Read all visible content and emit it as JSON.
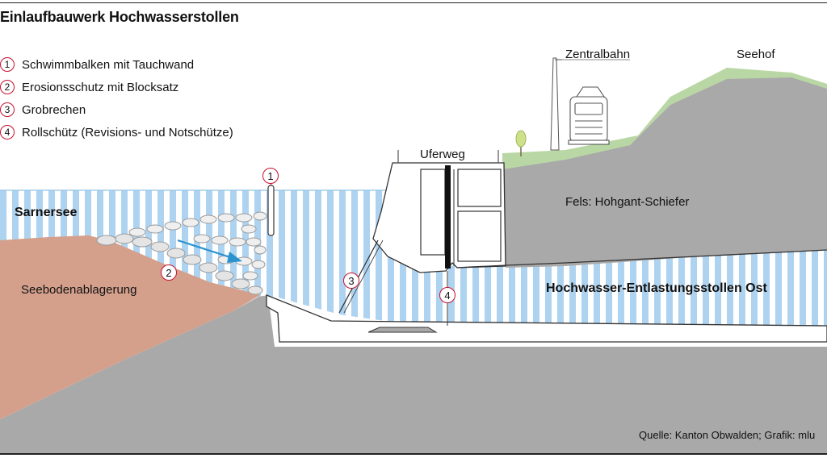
{
  "title": "Einlaufbauwerk Hochwasserstollen",
  "legend": [
    {
      "number": "1",
      "text": "Schwimmbalken mit Tauchwand"
    },
    {
      "number": "2",
      "text": "Erosionsschutz mit Blocksatz"
    },
    {
      "number": "3",
      "text": "Grobrechen"
    },
    {
      "number": "4",
      "text": "Rollschütz (Revisions- und Notschütze)"
    }
  ],
  "labels": {
    "zentralbahn": "Zentralbahn",
    "seehof": "Seehof",
    "uferweg": "Uferweg",
    "sarnersee": "Sarnersee",
    "fels": "Fels: Hohgant-Schiefer",
    "seeboden": "Seebodenablagerung",
    "stollen": "Hochwasser-Entlastungsstollen Ost"
  },
  "callouts": [
    "1",
    "2",
    "3",
    "4"
  ],
  "source": "Quelle: Kanton Obwalden; Grafik: mlu",
  "colors": {
    "water_stripe": "#aed3f0",
    "rock": "#a9a9a9",
    "sediment": "#d4a08c",
    "grass": "#b9d7a4",
    "marker": "#c8102e",
    "flow_arrow": "#2a93cf",
    "concrete": "#ffffff"
  },
  "icons": [
    "train-icon",
    "tree-icon",
    "catenary-mast-icon"
  ]
}
